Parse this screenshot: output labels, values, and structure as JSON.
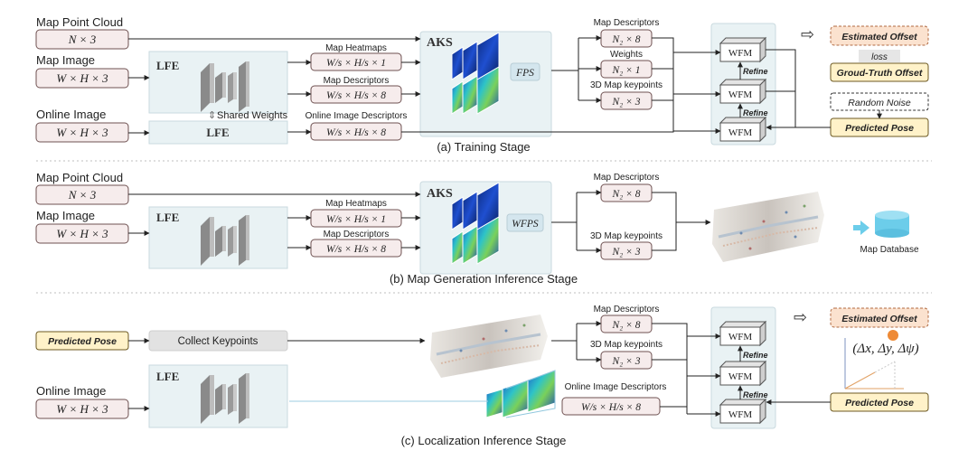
{
  "colors": {
    "box_fill": "#f6ecec",
    "box_stroke": "#6f5252",
    "panel_fill": "#e9f2f4",
    "panel_stroke": "#c9dadf",
    "pose_fill": "#fff2c9",
    "pose_stroke": "#6d5a23",
    "offset_fill": "#fbe2cf",
    "offset_stroke": "#b06a42",
    "gt_fill": "#fff2c9",
    "db_fill": "#6ccdea",
    "line": "#222222",
    "dotted": "#bfbfbf"
  },
  "training": {
    "caption": "(a) Training Stage",
    "map_point_cloud": {
      "label": "Map Point Cloud",
      "dims": "N × 3"
    },
    "map_image": {
      "label": "Map Image",
      "dims": "W × H × 3"
    },
    "online_image": {
      "label": "Online Image",
      "dims": "W × H × 3"
    },
    "lfe_top": "LFE",
    "lfe_bottom": "LFE",
    "shared_weights": "Shared Weights",
    "map_heatmaps": {
      "label": "Map Heatmaps",
      "dims": "W/s × H/s × 1"
    },
    "map_descriptors": {
      "label": "Map Descriptors",
      "dims": "W/s × H/s × 8"
    },
    "online_descriptors": {
      "label": "Online Image Descriptors",
      "dims": "W/s × H/s × 8"
    },
    "aks": "AKS",
    "fps": "FPS",
    "out_descriptors": {
      "label": "Map Descriptors",
      "dims": "N₂ × 8"
    },
    "out_weights": {
      "label": "Weights",
      "dims": "N₂ × 1"
    },
    "out_keypoints": {
      "label": "3D Map keypoints",
      "dims": "N₂ × 3"
    },
    "wfm": [
      "WFM",
      "WFM",
      "WFM"
    ],
    "refine": [
      "Refine",
      "Refine"
    ],
    "estimated_offset": "Estimated Offset",
    "loss": "loss",
    "gt_offset": "Groud-Truth Offset",
    "random_noise": "Random Noise",
    "predicted_pose": "Predicted Pose"
  },
  "mapgen": {
    "caption": "(b) Map Generation Inference Stage",
    "map_point_cloud": {
      "label": "Map Point Cloud",
      "dims": "N × 3"
    },
    "map_image": {
      "label": "Map Image",
      "dims": "W × H × 3"
    },
    "lfe": "LFE",
    "map_heatmaps": {
      "label": "Map Heatmaps",
      "dims": "W/s × H/s × 1"
    },
    "map_descriptors": {
      "label": "Map Descriptors",
      "dims": "W/s × H/s × 8"
    },
    "aks": "AKS",
    "wfps": "WFPS",
    "out_descriptors": {
      "label": "Map Descriptors",
      "dims": "N₂ × 8"
    },
    "out_keypoints": {
      "label": "3D Map keypoints",
      "dims": "N₂ × 3"
    },
    "map_database": "Map Database"
  },
  "localization": {
    "caption": "(c) Localization Inference Stage",
    "predicted_pose_in": "Predicted Pose",
    "collect_keypoints": "Collect Keypoints",
    "lfe": "LFE",
    "online_image": {
      "label": "Online Image",
      "dims": "W × H × 3"
    },
    "out_descriptors": {
      "label": "Map Descriptors",
      "dims": "N₂ × 8"
    },
    "out_keypoints": {
      "label": "3D Map keypoints",
      "dims": "N₂ × 3"
    },
    "online_descriptors": {
      "label": "Online Image Descriptors",
      "dims": "W/s × H/s × 8"
    },
    "wfm": [
      "WFM",
      "WFM",
      "WFM"
    ],
    "refine": [
      "Refine",
      "Refine"
    ],
    "estimated_offset": "Estimated Offset",
    "offset_formula": "(Δx, Δy, Δψ)",
    "predicted_pose_out": "Predicted Pose"
  }
}
